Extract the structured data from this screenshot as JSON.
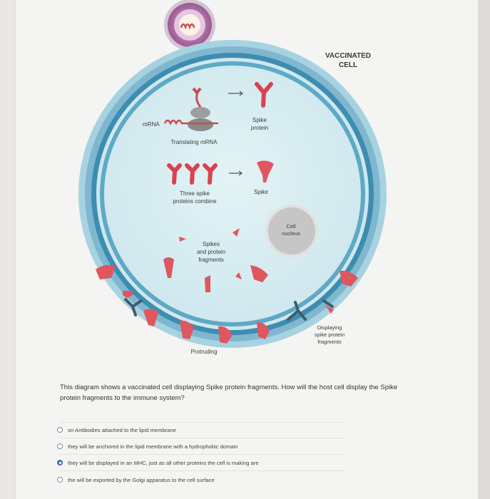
{
  "diagram": {
    "header": "VACCINATED\nCELL",
    "header_line1": "VACCINATED",
    "header_line2": "CELL",
    "mrna_label": "mRNA",
    "spike_protein_label_1": "Spike",
    "spike_protein_label_2": "protein",
    "translating_label": "Translating mRNA",
    "three_spike_label_1": "Three spike",
    "three_spike_label_2": "proteins combine",
    "spike_label": "Spike",
    "nucleus_label_1": "Cell",
    "nucleus_label_2": "nucleus",
    "fragments_label_1": "Spikes",
    "fragments_label_2": "and protein",
    "fragments_label_3": "fragments",
    "displaying_label_1": "Displaying",
    "displaying_label_2": "spike protein",
    "displaying_label_3": "fragments",
    "protruding_label": "Protruding",
    "colors": {
      "membrane_outer": "#7fb7cf",
      "membrane_inner": "#3d8db0",
      "cytoplasm": "#d9eef2",
      "spike": "#e0565f",
      "nucleus": "#c9c9c9",
      "vaccine_particle": "#a86aa0"
    }
  },
  "question": {
    "text": "This diagram shows a vaccinated cell displaying Spike protein fragments. How will the host cell display the Spike protein fragments to the immune system?",
    "options": [
      {
        "label": "on Antibodies attached to the lipid membrane",
        "selected": false
      },
      {
        "label": "they will be anchored in the lipid membrane with a hydrophobic domain",
        "selected": false
      },
      {
        "label": "they will be displayed in an MHC, just as all other proteins the cell is making are",
        "selected": true
      },
      {
        "label": "the will be exported by the Golgi apparatus to the cell surface",
        "selected": false
      }
    ]
  }
}
